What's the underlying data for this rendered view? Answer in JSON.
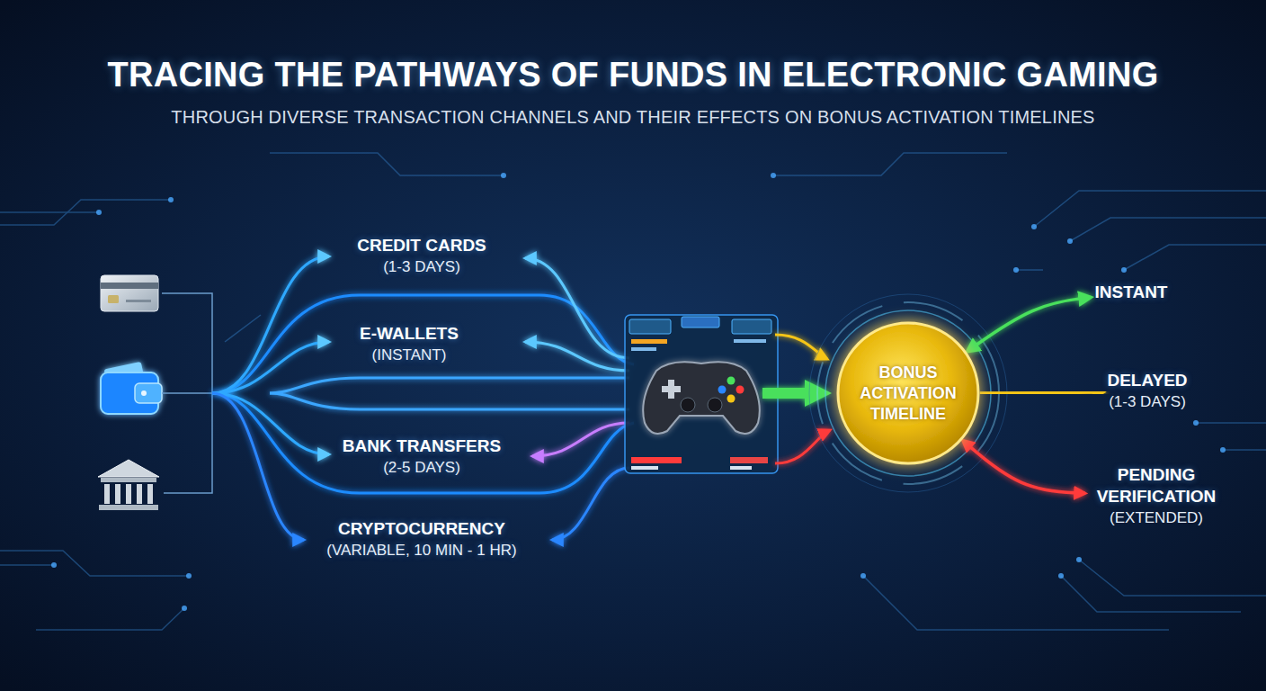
{
  "diagram": {
    "title": "TRACING THE PATHWAYS OF FUNDS IN ELECTRONIC GAMING",
    "caption": "THROUGH DIVERSE TRANSACTION CHANNELS AND THEIR EFFECTS ON BONUS ACTIVATION TIMELINES",
    "nodes": [
      {
        "text": [
          "BONUS ACTIVATION TIMELINE"
        ]
      },
      {
        "text": [
          "INSTANT"
        ]
      },
      {
        "text": [
          "DELAYED",
          "(1-3 DAYS)"
        ]
      },
      {
        "text": [
          "PENDING VERIFICATION",
          "(EXTENDED)"
        ]
      }
    ],
    "edges": [
      {
        "from": 0,
        "to": 1,
        "arrow": "both"
      },
      {
        "from": 0,
        "to": 2,
        "arrow": "to"
      },
      {
        "from": 0,
        "to": 3,
        "arrow": "both"
      }
    ],
    "labels": [
      "CREDIT CARDS",
      "(1-3 DAYS)",
      "E-WALLETS",
      "(INSTANT)",
      "BANK TRANSFERS",
      "(2-5 DAYS)",
      "CRYPTOCURRENCY",
      "(VARIABLE, 10 MIN - 1 HR)"
    ]
  }
}
